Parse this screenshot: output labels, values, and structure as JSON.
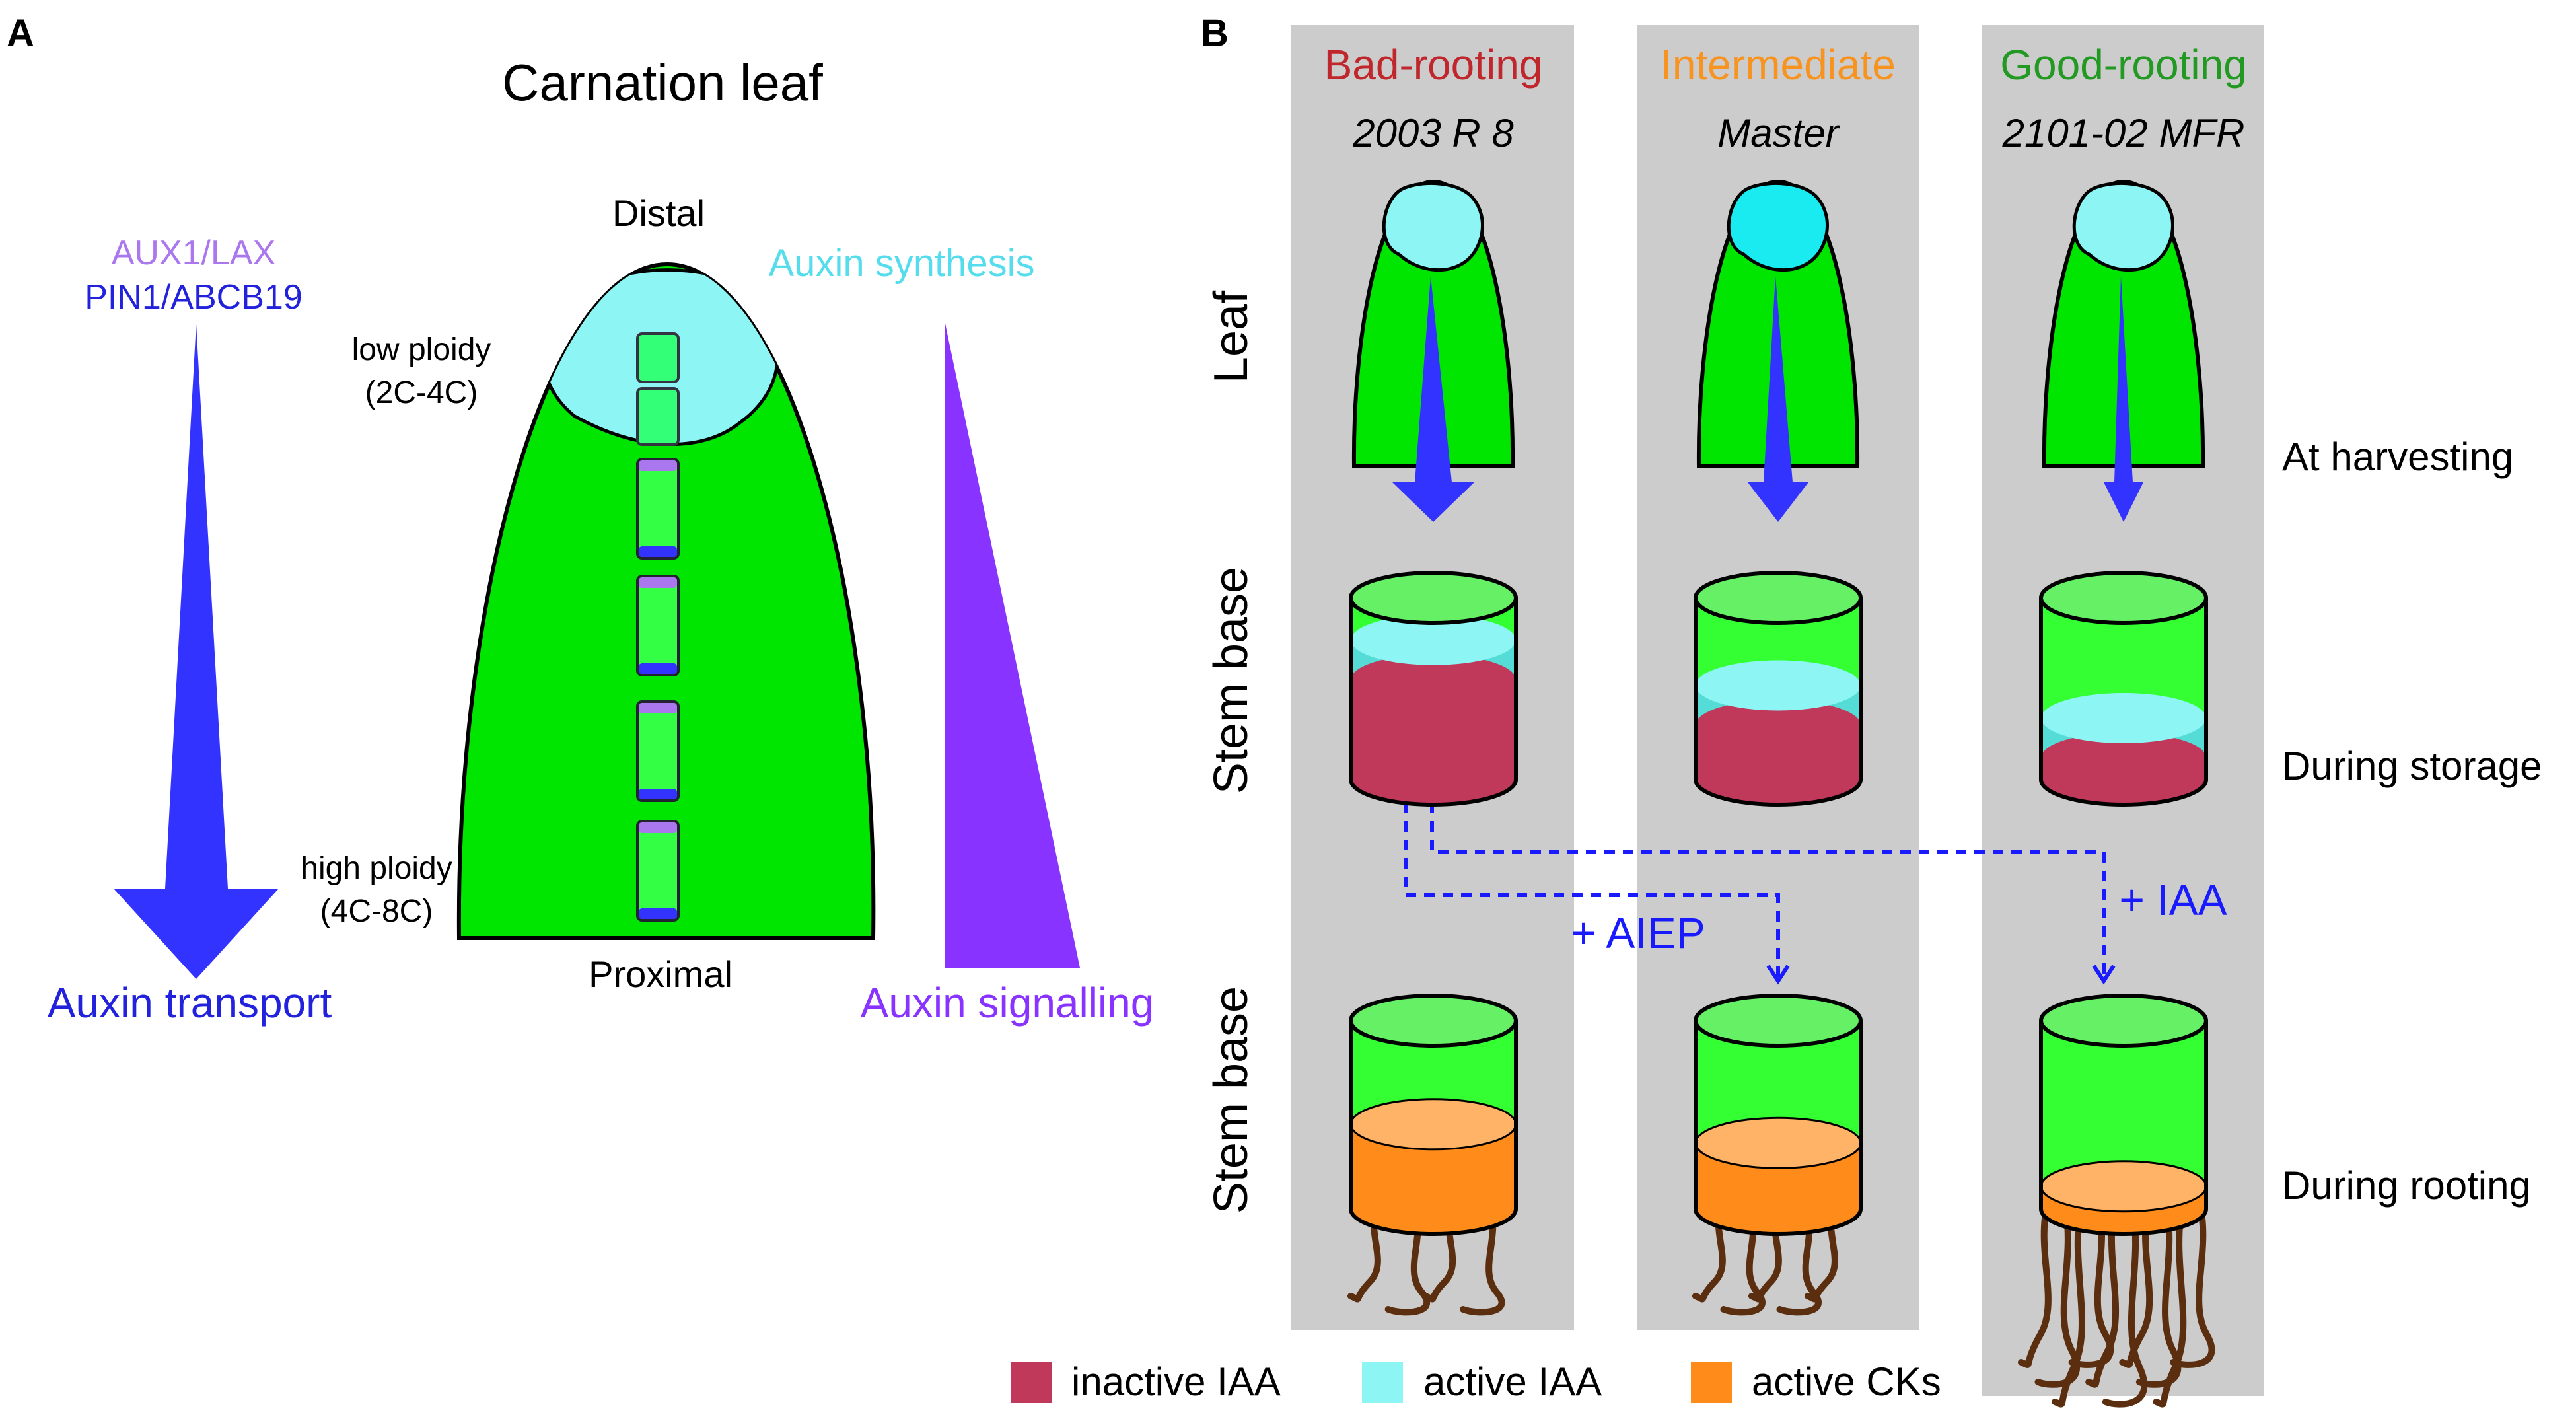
{
  "panel_a": {
    "label": "A",
    "title": "Carnation leaf",
    "distal": "Distal",
    "proximal": "Proximal",
    "low_ploidy": "low ploidy",
    "low_ploidy_range": "(2C-4C)",
    "high_ploidy": "high ploidy",
    "high_ploidy_range": "(4C-8C)",
    "aux1_lax": "AUX1/LAX",
    "pin1_abcb19": "PIN1/ABCB19",
    "auxin_synthesis": "Auxin synthesis",
    "auxin_transport": "Auxin transport",
    "auxin_signalling": "Auxin signalling"
  },
  "panel_b": {
    "label": "B",
    "columns": [
      {
        "phenotype": "Bad-rooting",
        "cultivar": "2003 R 8",
        "color": "#c0272d",
        "arrow_width_level": 3,
        "inactive_fraction": 0.55,
        "cytokinin_fraction": 0.45,
        "root_count": 4
      },
      {
        "phenotype": "Intermediate",
        "cultivar": "Master",
        "color": "#f7931e",
        "arrow_width_level": 2,
        "inactive_fraction": 0.3,
        "cytokinin_fraction": 0.35,
        "root_count": 5
      },
      {
        "phenotype": "Good-rooting",
        "cultivar": "2101-02 MFR",
        "color": "#229922",
        "arrow_width_level": 1,
        "inactive_fraction": 0.12,
        "cytokinin_fraction": 0.12,
        "root_count": 10
      }
    ],
    "row_labels": [
      "Leaf",
      "Stem base",
      "Stem base"
    ],
    "stage_labels": [
      "At harvesting",
      "During storage",
      "During rooting"
    ],
    "treatment_aiep": "+ AIEP",
    "treatment_iaa": "+ IAA",
    "legend": [
      {
        "label": "inactive IAA",
        "color": "#c0395a"
      },
      {
        "label": "active IAA",
        "color": "#8ef5f5"
      },
      {
        "label": "active CKs",
        "color": "#ff8c1a"
      }
    ]
  },
  "colors": {
    "leaf_green": "#00e600",
    "stem_green": "#33ff33",
    "tip_cyan": "#8ef5f5",
    "transport_blue": "#3333ff",
    "signalling_purple": "#8833ff",
    "panel_gray": "#cccccc",
    "dash_blue": "#1a1aff",
    "root_brown": "#5a2e0e"
  }
}
